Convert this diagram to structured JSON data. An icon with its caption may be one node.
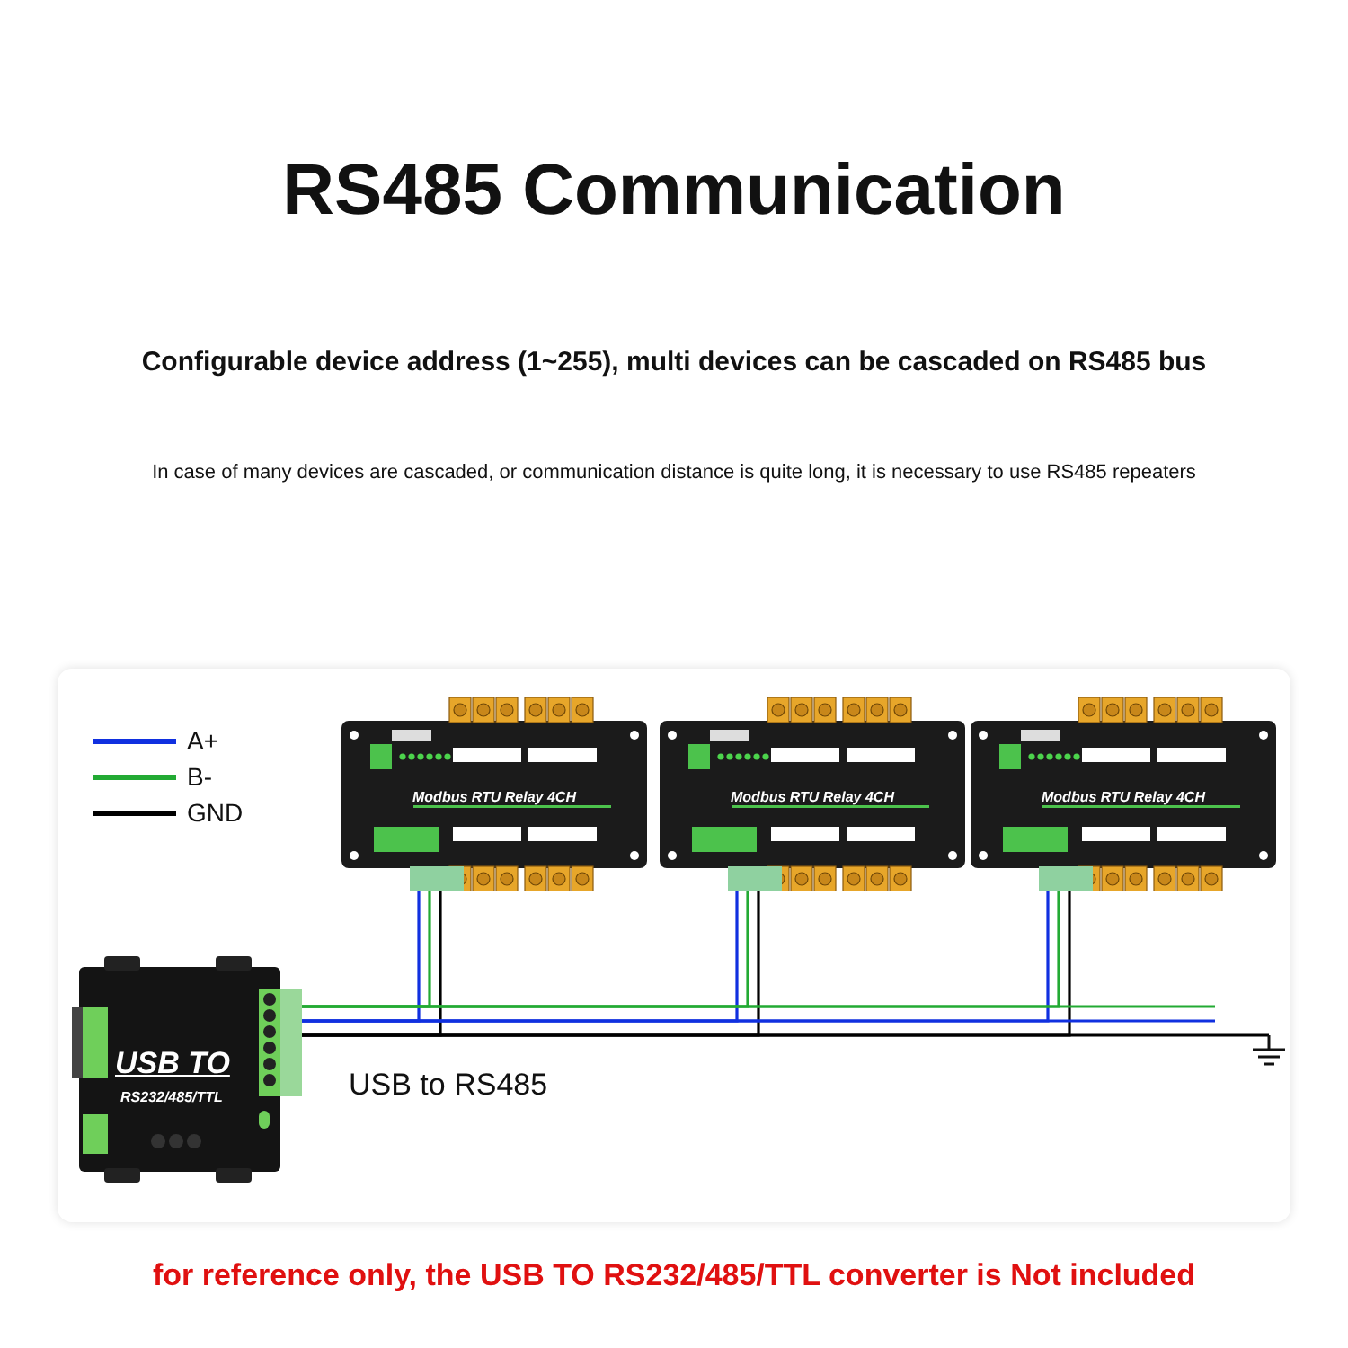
{
  "diagram": {
    "title": "RS485 Communication",
    "caption": "for reference only, the USB TO RS232/485/TTL converter is Not included",
    "labels": [
      "Configurable device address (1~255), multi devices can be cascaded on RS485 bus",
      "In case of many devices are cascaded, or communication distance is quite long, it is necessary to use RS485 repeaters"
    ],
    "nodes": [
      {
        "text": [
          "USB TO",
          "RS232/485/TTL"
        ],
        "beside": [
          "USB to RS485"
        ]
      },
      {
        "text": [
          "Modbus RTU Relay 4CH"
        ]
      },
      {
        "text": [
          "Modbus RTU Relay 4CH"
        ]
      },
      {
        "text": [
          "Modbus RTU Relay 4CH"
        ]
      },
      {
        "text": [],
        "shape": "ground"
      }
    ],
    "edges": [
      {
        "from": 0,
        "to": 1,
        "arrow": "none",
        "color": "#1030e0"
      },
      {
        "from": 0,
        "to": 1,
        "arrow": "none",
        "color": "#22aa33"
      },
      {
        "from": 0,
        "to": 1,
        "arrow": "none",
        "color": "#000000"
      },
      {
        "from": 0,
        "to": 2,
        "arrow": "none",
        "color": "#1030e0"
      },
      {
        "from": 0,
        "to": 2,
        "arrow": "none",
        "color": "#22aa33"
      },
      {
        "from": 0,
        "to": 2,
        "arrow": "none",
        "color": "#000000"
      },
      {
        "from": 0,
        "to": 3,
        "arrow": "none",
        "color": "#1030e0"
      },
      {
        "from": 0,
        "to": 3,
        "arrow": "none",
        "color": "#22aa33"
      },
      {
        "from": 0,
        "to": 3,
        "arrow": "none",
        "color": "#000000"
      },
      {
        "from": 0,
        "to": null,
        "arrow": "none",
        "color": "#1030e0"
      },
      {
        "from": 0,
        "to": null,
        "arrow": "none",
        "color": "#22aa33"
      },
      {
        "from": 0,
        "to": 4,
        "arrow": "none",
        "color": "#000000"
      }
    ],
    "legend": [
      {
        "text": "A+"
      },
      {
        "text": "B-"
      },
      {
        "text": "GND"
      }
    ]
  }
}
